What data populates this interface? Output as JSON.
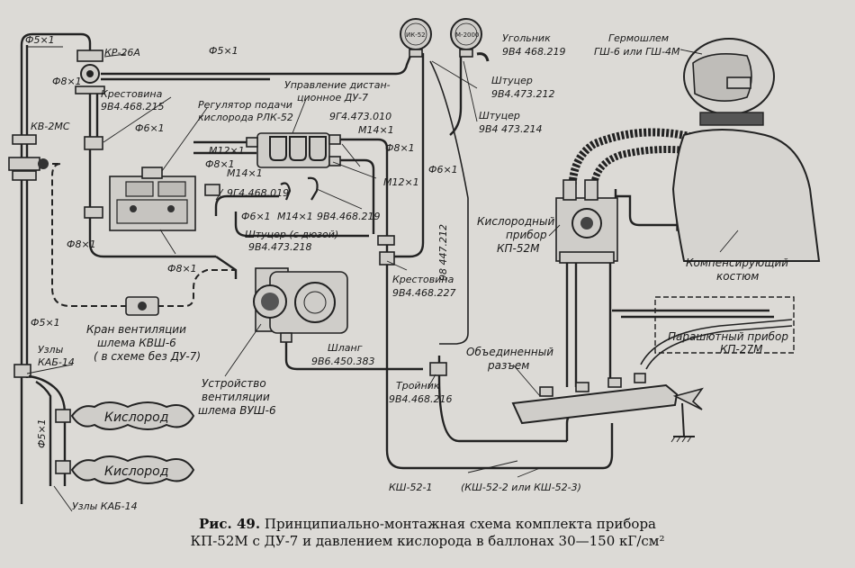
{
  "labels": {
    "kr26a": "КР-26А",
    "d5x1_top_left": "Ф5×1",
    "d5x1_top_mid": "Ф5×1",
    "gauge_ik52": "ИК-52",
    "gauge_m2000": "М-2000",
    "ugolnik": "Угольник",
    "ugolnik_code": "9В4 468.219",
    "germoshlem": "Гермошлем",
    "germoshlem_code": "ГШ-6 или ГШ-4М",
    "d8x1_a": "Ф8×1",
    "krestovina": "Крестовина",
    "krestovina_code": "9В4.468.215",
    "regulator1": "Регулятор подачи",
    "regulator2": "кислорода РЛК-52",
    "upravlenie1": "Управление дистан-",
    "upravlenie2": "ционное ДУ-7",
    "shtucer1": "Штуцер",
    "shtucer1_code": "9В4.473.212",
    "shtucer2": "Штуцер",
    "shtucer2_code": "9В4 473.214",
    "kv2mc": "КВ-2МС",
    "d6x1_a": "Ф6×1",
    "code_9g4_473_010": "9Г4.473.010",
    "m12x1_a": "М12×1",
    "m14x1_a": "М14×1",
    "d8x1_b": "Ф8×1",
    "m14x1_b": "М14×1",
    "d8x1_c": "Ф8×1",
    "m12x1_b": "М12×1",
    "d6x1_b": "Ф6×1",
    "code_9g4_468_019": "9Г4.468.019",
    "d6x1_c": "Ф6×1",
    "m14x1_c": "М14×1",
    "code_9v4_468_219": "9В4.468.219",
    "d8x1_d": "Ф8×1",
    "shtucer_dyuzoy": "Штуцер (с дюзой)",
    "shtucer_dyuzoy_code": "9В4.473.218",
    "code_98_447_212": "98 447.212",
    "kislorodny1": "Кислородный",
    "kislorodny2": "прибор",
    "kislorodny3": "КП-52М",
    "kompens1": "Компенсирующий",
    "kompens2": "костюм",
    "d8x1_e": "Ф8×1",
    "krestovina2": "Крестовина",
    "krestovina2_code": "9В4.468.227",
    "d5x1_left": "Ф5×1",
    "kran1": "Кран вентиляции",
    "kran2": "шлема КВШ-6",
    "kran3": "( в схеме без ДУ-7)",
    "shlang": "Шланг",
    "shlang_code": "9В6.450.383",
    "obedin1": "Объединенный",
    "obedin2": "разъем",
    "parashut1": "Парашютный прибор",
    "parashut2": "КП-27М",
    "uzly_kab_top1": "Узлы",
    "uzly_kab_top2": "КАБ-14",
    "ustroistvo1": "Устройство",
    "ustroistvo2": "вентиляции",
    "ustroistvo3": "шлема ВУШ-6",
    "troinik": "Тройник",
    "troinik_code": "9В4.468.216",
    "kislorod1": "Кислород",
    "kislorod2": "Кислород",
    "d5x1_bottom": "Ф5×1",
    "ksh52_1": "КШ-52-1",
    "ksh52_23": "(КШ-52-2 или КШ-52-3)",
    "uzly_kab_bottom": "Узлы КАБ-14"
  },
  "caption": {
    "fig": "Рис. 49.",
    "line1": "Принципиально-монтажная схема комплекта прибора",
    "line2": "КП-52М с ДУ-7 и давлением кислорода в баллонах 30—150 кГ/см²"
  },
  "colors": {
    "paper": "#dcdad6",
    "ink": "#222222"
  }
}
